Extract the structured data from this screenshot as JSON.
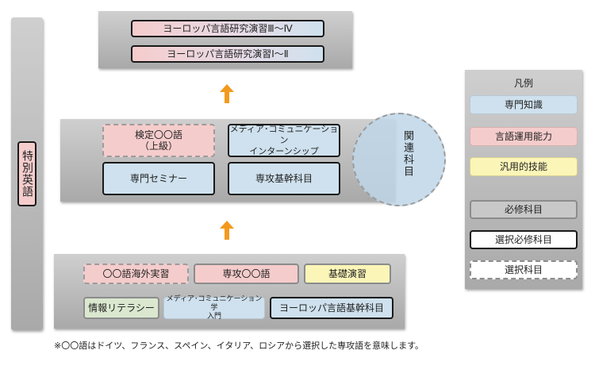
{
  "vertical": {
    "label": "特別英語"
  },
  "top": {
    "items": [
      "ヨーロッパ言語研究演習Ⅲ～Ⅳ",
      "ヨーロッパ言語研究演習Ⅰ～Ⅱ"
    ]
  },
  "middle": {
    "kentei_line1": "検定〇〇語",
    "kentei_line2": "（上級）",
    "media_intern_line1": "メディア･コミュニケーション",
    "media_intern_line2": "インターンシップ",
    "seminar": "専門セミナー",
    "senko_kikan": "専攻基幹科目",
    "kanren": "関連科目"
  },
  "bottom": {
    "kaigai": "〇〇語海外実習",
    "senko": "専攻〇〇語",
    "kiso": "基礎演習",
    "joho": "情報リテラシー",
    "media_nyumon_line1": "メディア･コミュニケーション学",
    "media_nyumon_line2": "入門",
    "europe_kikan": "ヨーロッパ言語基幹科目"
  },
  "legend": {
    "title": "凡例",
    "senmon": "専門知識",
    "gengo": "言語運用能力",
    "hanyou": "汎用的技能",
    "hisshu": "必修科目",
    "sentaku_hisshu": "選択必修科目",
    "sentaku": "選択科目"
  },
  "footnote": "※〇〇語はドイツ、フランス、スペイン、イタリア、ロシアから選択した専攻語を意味します。",
  "colors": {
    "arrow": "#f39a1e",
    "pink": "#f5cccc",
    "blue": "#cfe1ee",
    "yellow": "#fbf5b8"
  }
}
